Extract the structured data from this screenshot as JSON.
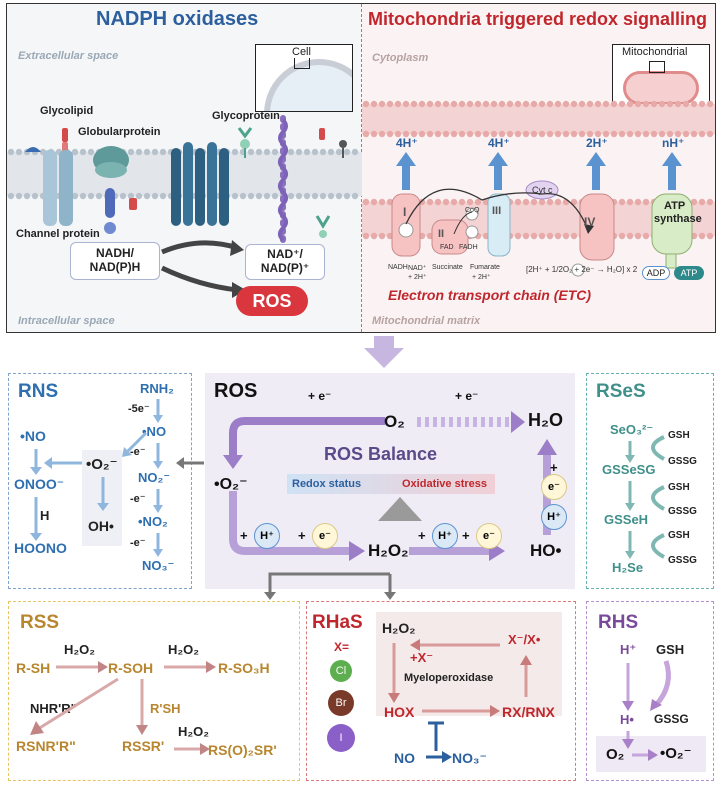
{
  "colors": {
    "nadph_title": "#2b5f9e",
    "mito_title": "#c0272d",
    "rns": "#2e6fb0",
    "ros_purple": "#8a5fb8",
    "rses": "#3f8f8a",
    "rss": "#b8862e",
    "rhas": "#c0272d",
    "rhs": "#7a4a9a"
  },
  "top": {
    "nadph": {
      "title": "NADPH oxidases",
      "extracellular": "Extracellular space",
      "intracellular": "Intracellular space",
      "cell_label": "Cell",
      "glycolipid": "Glycolipid",
      "globularprotein": "Globularprotein",
      "glycoprotein": "Glycoprotein",
      "channel_protein": "Channel protein",
      "nadh_line1": "NADH/",
      "nadh_line2": "NAD(P)H",
      "nad_line1": "NAD⁺/",
      "nad_line2": "NAD(P)⁺",
      "ros": "ROS"
    },
    "mito": {
      "title": "Mitochondria triggered redox signalling",
      "cytoplasm": "Cytoplasm",
      "matrix": "Mitochondrial matrix",
      "mito_label": "Mitochondrial",
      "h_labels": [
        "4H⁺",
        "4H⁺",
        "2H⁺",
        "nH⁺"
      ],
      "complex_labels": [
        "I",
        "II",
        "III",
        "IV"
      ],
      "cytc": "Cyt c",
      "coq": "CoQ",
      "atp_synthase_1": "ATP",
      "atp_synthase_2": "synthase",
      "adp": "ADP",
      "atp": "ATP",
      "fad": "FAD",
      "fadh": "FADH",
      "nadh": "NADH",
      "nad": "NAD⁺",
      "plus_2h": "+ 2H⁺",
      "succinate": "Succinate",
      "fumarate": "Fumarate",
      "plus_2h_b": "+ 2H⁺",
      "equation": "[2H⁺ + 1/2O₂ + 2e⁻ → H₂O] x 2",
      "etc": "Electron transport chain (ETC)",
      "e_minus": "2e⁻"
    }
  },
  "ros_panel": {
    "title": "ROS",
    "plus_e": "+ e⁻",
    "o2": "O₂",
    "h2o": "H₂O",
    "superoxide": "•O₂⁻",
    "h2o2": "H₂O₂",
    "ho": "HO•",
    "balance": "ROS Balance",
    "redox_status": "Redox status",
    "oxidative_stress": "Oxidative stress",
    "plus": "+",
    "h_plus": "H⁺",
    "e": "e⁻"
  },
  "rns": {
    "title": "RNS",
    "no": "•NO",
    "onoo": "ONOO⁻",
    "h": "H",
    "hoono": "HOONO",
    "o2": "•O₂⁻",
    "oh": "OH•",
    "rnh2": "RNH₂",
    "minus_5e": "-5e⁻",
    "minus_e": "-e⁻",
    "no2": "NO₂⁻",
    "no2_rad": "•NO₂",
    "no3": "NO₃⁻"
  },
  "rses": {
    "title": "RSeS",
    "seo3": "SeO₃²⁻",
    "gsseSg": "GSSeSG",
    "gsseh": "GSSeH",
    "h2se": "H₂Se",
    "gsh": "GSH",
    "gssg": "GSSG"
  },
  "rss": {
    "title": "RSS",
    "rsh": "R-SH",
    "rsoh": "R-SOH",
    "rso3h": "R-SO₃H",
    "h2o2": "H₂O₂",
    "nhrr": "NHR'R\"",
    "rsh2": "R'SH",
    "rsnrr": "RSNR'R\"",
    "rssr": "RSSR'",
    "rso2sr": "RS(O)₂SR'"
  },
  "rhas": {
    "title": "RHaS",
    "x_eq": "X=",
    "halogens": [
      "Cl",
      "Br",
      "I"
    ],
    "h2o2": "H₂O₂",
    "plus_x": "+X⁻",
    "x_rad": "X⁻/X•",
    "myeloperoxidase": "Myeloperoxidase",
    "hox": "HOX",
    "rxrnx": "RX/RNX",
    "no": "NO",
    "no3": "NO₃⁻"
  },
  "rhs": {
    "title": "RHS",
    "h_plus": "H⁺",
    "gsh": "GSH",
    "h_rad": "H•",
    "gssg": "GSSG",
    "o2": "O₂",
    "superoxide": "•O₂⁻"
  }
}
